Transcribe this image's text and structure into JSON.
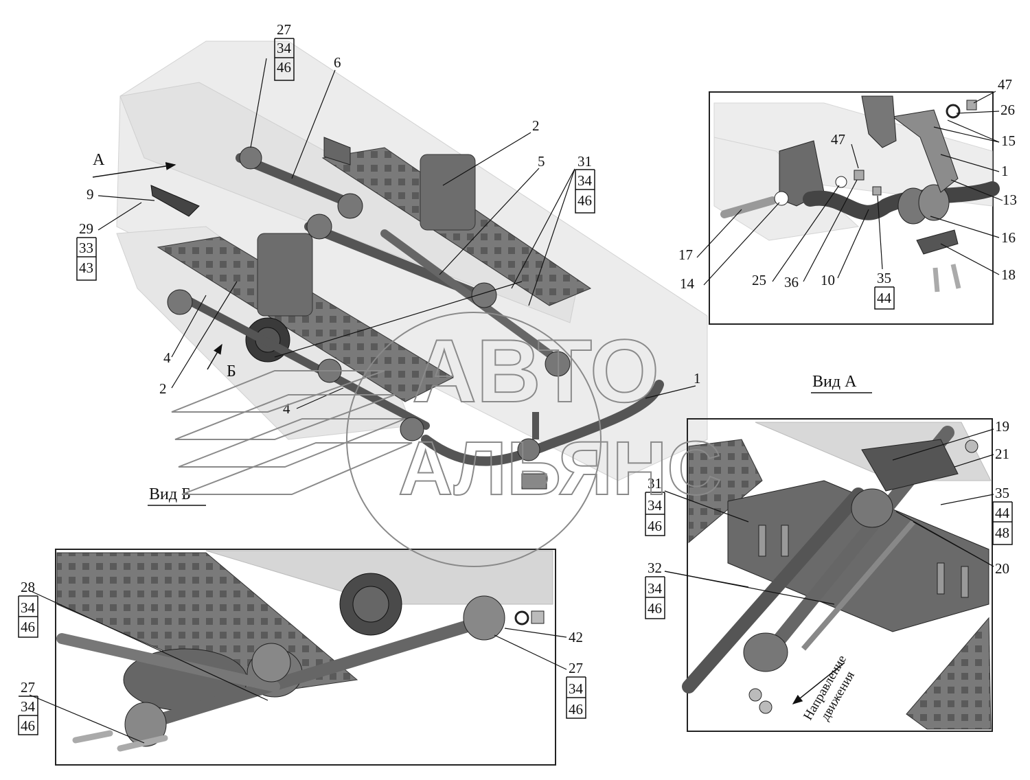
{
  "watermark": {
    "line1": "АВТО",
    "line2": "АЛЬЯНС"
  },
  "views": {
    "a": {
      "caption": "Вид А"
    },
    "b": {
      "caption": "Вид Б"
    }
  },
  "markers": {
    "a": "А",
    "b": "Б"
  },
  "main_labels": {
    "l27": "27",
    "l34": "34",
    "l46": "46",
    "l6": "6",
    "l2a": "2",
    "l5": "5",
    "l31": "31",
    "l34b": "34",
    "l46b": "46",
    "l9": "9",
    "l29": "29",
    "l33": "33",
    "l43": "43",
    "l4a": "4",
    "l2b": "2",
    "l4b": "4",
    "l1": "1"
  },
  "view_a_labels": {
    "l47a": "47",
    "l26": "26",
    "l15": "15",
    "l47b": "47",
    "l1": "1",
    "l13": "13",
    "l16": "16",
    "l18": "18",
    "l17": "17",
    "l14": "14",
    "l25": "25",
    "l36": "36",
    "l10": "10",
    "l35": "35",
    "l44": "44"
  },
  "view_b_labels": {
    "l28": "28",
    "l34a": "34",
    "l46a": "46",
    "l42": "42",
    "l27b": "27",
    "l34b": "34",
    "l46b": "46",
    "l27c": "27",
    "l34c": "34",
    "l46c": "46"
  },
  "right_view_labels": {
    "l19": "19",
    "l21": "21",
    "l35": "35",
    "l44": "44",
    "l48": "48",
    "l20": "20",
    "l31": "31",
    "l34a": "34",
    "l46a": "46",
    "l32": "32",
    "l34b": "34",
    "l46b": "46"
  },
  "direction_note": {
    "line1": "Направление",
    "line2": "движения"
  }
}
